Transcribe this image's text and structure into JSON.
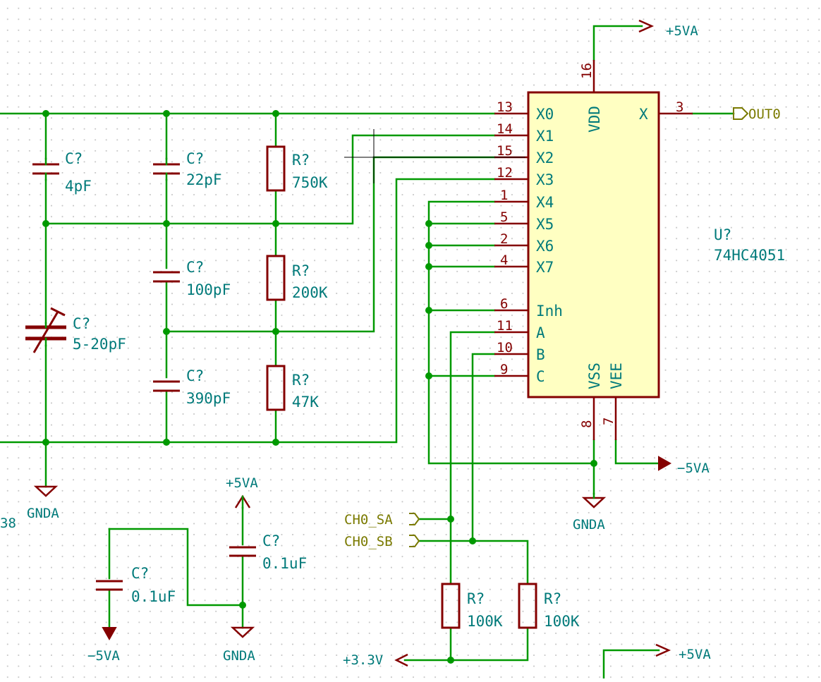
{
  "ic": {
    "ref": "U?",
    "value": "74HC4051",
    "pin_labels": [
      "X0",
      "X1",
      "X2",
      "X3",
      "X4",
      "X5",
      "X6",
      "X7",
      "Inh",
      "A",
      "B",
      "C",
      "VDD",
      "X",
      "VSS",
      "VEE"
    ],
    "pin_numbers": [
      "13",
      "14",
      "15",
      "12",
      "1",
      "5",
      "2",
      "4",
      "6",
      "11",
      "10",
      "9",
      "16",
      "3",
      "8",
      "7"
    ]
  },
  "capacitors": [
    {
      "ref": "C?",
      "value": "4pF"
    },
    {
      "ref": "C?",
      "value": "22pF"
    },
    {
      "ref": "C?",
      "value": "100pF"
    },
    {
      "ref": "C?",
      "value": "390pF"
    },
    {
      "ref": "C?",
      "value": "5-20pF"
    },
    {
      "ref": "C?",
      "value": "0.1uF"
    },
    {
      "ref": "C?",
      "value": "0.1uF"
    }
  ],
  "resistors": [
    {
      "ref": "R?",
      "value": "750K"
    },
    {
      "ref": "R?",
      "value": "200K"
    },
    {
      "ref": "R?",
      "value": "47K"
    },
    {
      "ref": "R?",
      "value": "100K"
    },
    {
      "ref": "R?",
      "value": "100K"
    }
  ],
  "power": {
    "p5va": "+5VA",
    "m5va": "−5VA",
    "gnda": "GNDA",
    "p3v3": "+3.3V"
  },
  "nets": {
    "out": "OUT0",
    "sa": "CH0_SA",
    "sb": "CH0_SB",
    "clipped": "38"
  }
}
